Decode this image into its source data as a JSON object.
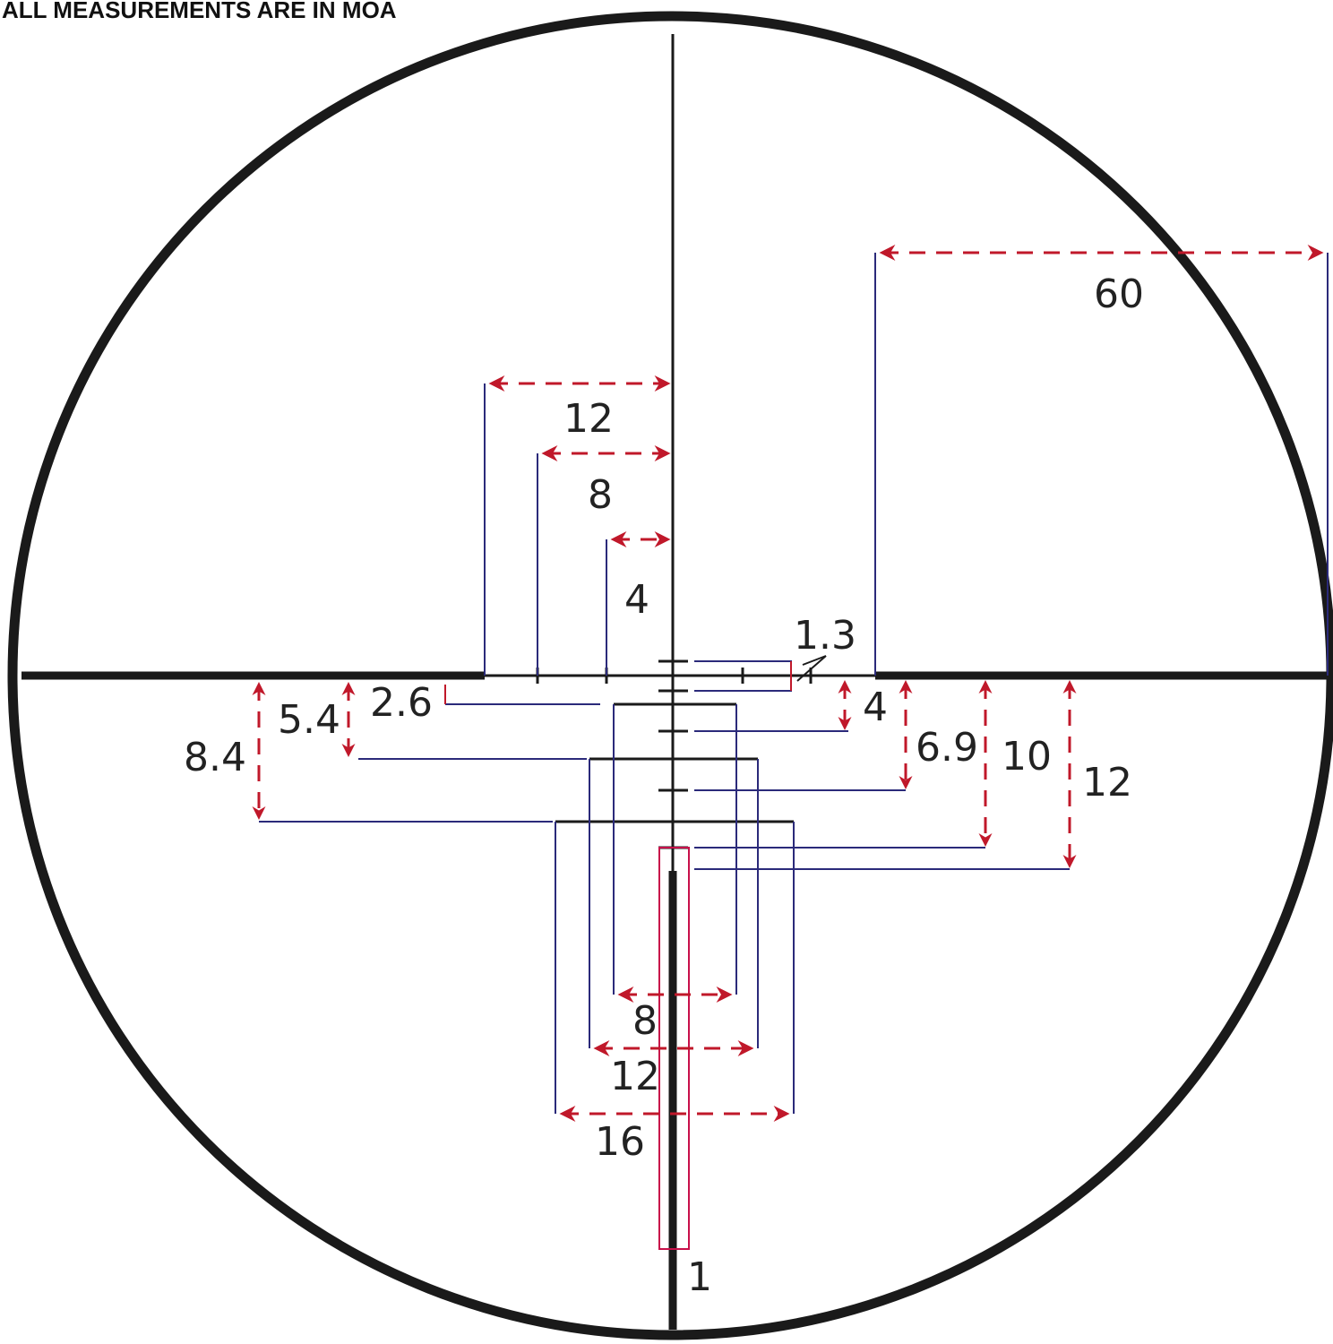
{
  "note": "ALL MEASUREMENTS ARE IN MOA",
  "colors": {
    "reticle": "#1a1a1a",
    "guide": "#2b2a7a",
    "arrow": "#c0182a",
    "box": "#c8104a"
  },
  "labels": {
    "m60": "60",
    "m12_top": "12",
    "m8_top": "8",
    "m4_top": "4",
    "m1_3": "1.3",
    "m2_6": "2.6",
    "m5_4": "5.4",
    "m8_4": "8.4",
    "m4_right": "4",
    "m6_9": "6.9",
    "m10": "10",
    "m12_right": "12",
    "m8_bottom": "8",
    "m12_bottom": "12",
    "m16": "16",
    "m1": "1"
  }
}
